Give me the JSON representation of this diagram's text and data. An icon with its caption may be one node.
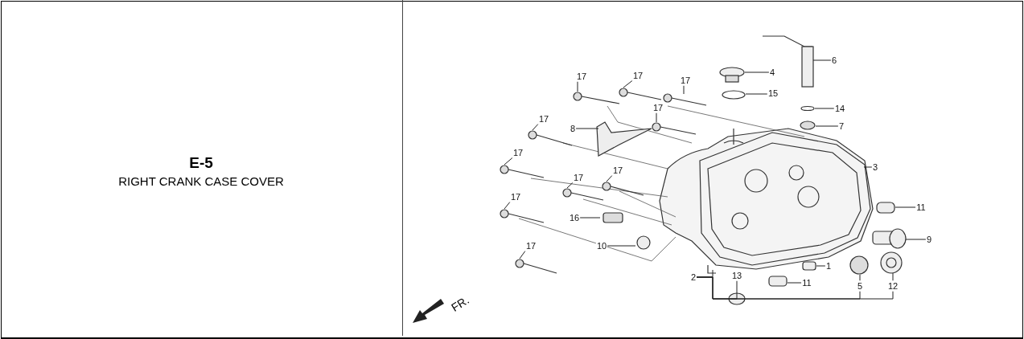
{
  "diagram": {
    "nodes": [
      {
        "text": [
          "6"
        ]
      },
      {
        "text": [
          "4"
        ]
      },
      {
        "text": [
          "17"
        ]
      },
      {
        "text": [
          "17"
        ]
      },
      {
        "text": [
          "17"
        ]
      },
      {
        "text": [
          "15"
        ]
      },
      {
        "text": [
          "14"
        ]
      },
      {
        "text": [
          "17"
        ]
      },
      {
        "text": [
          "17"
        ]
      },
      {
        "text": [
          "7"
        ]
      },
      {
        "text": [
          "8"
        ]
      },
      {
        "text": [
          "17"
        ]
      },
      {
        "text": [
          "3"
        ]
      },
      {
        "text": [
          "17"
        ]
      },
      {
        "text": [
          "17"
        ]
      },
      {
        "text": [
          "17"
        ]
      },
      {
        "text": [
          "11"
        ]
      },
      {
        "text": [
          "16"
        ]
      },
      {
        "text": [
          "10"
        ]
      },
      {
        "text": [
          "9"
        ]
      },
      {
        "text": [
          "17"
        ]
      },
      {
        "text": [
          "1"
        ]
      },
      {
        "text": [
          "2"
        ]
      },
      {
        "text": [
          "13"
        ]
      },
      {
        "text": [
          "11"
        ]
      },
      {
        "text": [
          "5"
        ]
      },
      {
        "text": [
          "12"
        ]
      }
    ],
    "edges": [
      {
        "from": 0,
        "to": null,
        "arrow": "none"
      },
      {
        "from": 1,
        "to": null,
        "arrow": "none"
      },
      {
        "from": 2,
        "to": null,
        "arrow": "none"
      },
      {
        "from": 3,
        "to": null,
        "arrow": "none"
      },
      {
        "from": 4,
        "to": null,
        "arrow": "none"
      },
      {
        "from": 5,
        "to": null,
        "arrow": "none"
      },
      {
        "from": 6,
        "to": null,
        "arrow": "none"
      },
      {
        "from": 7,
        "to": null,
        "arrow": "none"
      },
      {
        "from": 8,
        "to": null,
        "arrow": "none"
      },
      {
        "from": 9,
        "to": null,
        "arrow": "none"
      },
      {
        "from": 10,
        "to": null,
        "arrow": "none"
      },
      {
        "from": 11,
        "to": null,
        "arrow": "none"
      },
      {
        "from": 12,
        "to": null,
        "arrow": "none"
      },
      {
        "from": 13,
        "to": null,
        "arrow": "none"
      },
      {
        "from": 14,
        "to": null,
        "arrow": "none"
      },
      {
        "from": 15,
        "to": null,
        "arrow": "none"
      },
      {
        "from": 16,
        "to": null,
        "arrow": "none"
      },
      {
        "from": 17,
        "to": null,
        "arrow": "none"
      },
      {
        "from": 18,
        "to": null,
        "arrow": "none"
      },
      {
        "from": 19,
        "to": null,
        "arrow": "none"
      },
      {
        "from": 20,
        "to": null,
        "arrow": "none"
      },
      {
        "from": 21,
        "to": null,
        "arrow": "none"
      },
      {
        "from": 22,
        "to": null,
        "arrow": "none"
      },
      {
        "from": 24,
        "to": null,
        "arrow": "none"
      },
      {
        "from": 25,
        "to": null,
        "arrow": "none"
      },
      {
        "from": 26,
        "to": null,
        "arrow": "none"
      },
      {
        "from": 22,
        "to": 23,
        "arrow": "none"
      },
      {
        "from": 22,
        "to": 25,
        "arrow": "none"
      },
      {
        "from": 22,
        "to": 26,
        "arrow": "none"
      }
    ],
    "labels": [
      "E-5",
      "RIGHT CRANK CASE COVER",
      "FR."
    ]
  }
}
